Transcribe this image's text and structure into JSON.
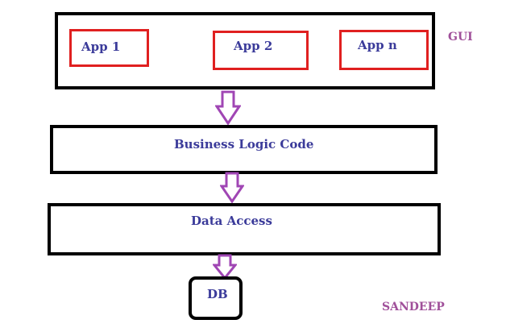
{
  "diagram": {
    "gui_label": "GUI",
    "apps": [
      {
        "label": "App 1"
      },
      {
        "label": "App 2"
      },
      {
        "label": "App n"
      }
    ],
    "business_logic_label": "Business Logic Code",
    "data_access_label": "Data Access",
    "db_label": "DB",
    "author_label": "SANDEEP"
  },
  "colors": {
    "box_border": "#000000",
    "app_border": "#e02020",
    "label_text": "#3b3b9a",
    "side_text": "#a0509a",
    "arrow": "#a046b4"
  }
}
